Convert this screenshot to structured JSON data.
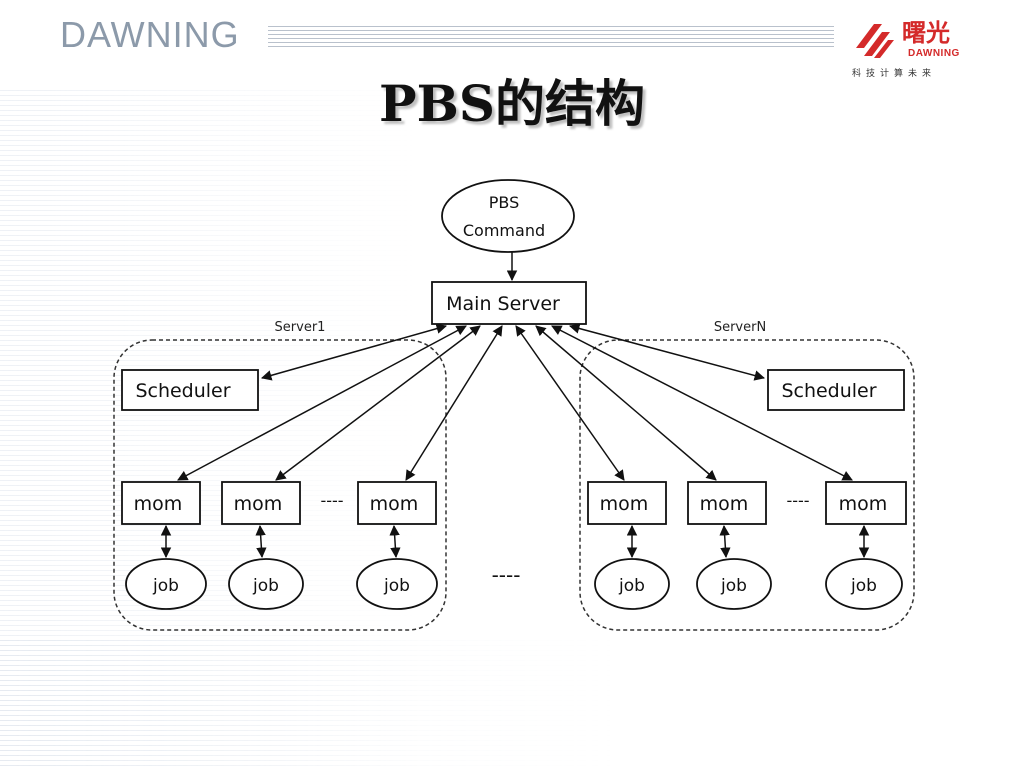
{
  "header": {
    "logo_text": "DAWNING",
    "brand_cn": "曙光",
    "brand_en": "DAWNING",
    "brand_slogan": "科技计算未来"
  },
  "slide": {
    "title": "PBS的结构"
  },
  "diagram": {
    "pbs_command": [
      "PBS",
      "Command"
    ],
    "main_server": "Main Server",
    "server_group_1": "Server1",
    "server_group_n": "ServerN",
    "scheduler_label": "Scheduler",
    "mom_label": "mom",
    "job_label": "job",
    "ellipsis_small": "----",
    "ellipsis_group": "----"
  },
  "colors": {
    "brand_red": "#d42a2a",
    "logo_gray": "#8c9aaa",
    "line": "#111111"
  }
}
